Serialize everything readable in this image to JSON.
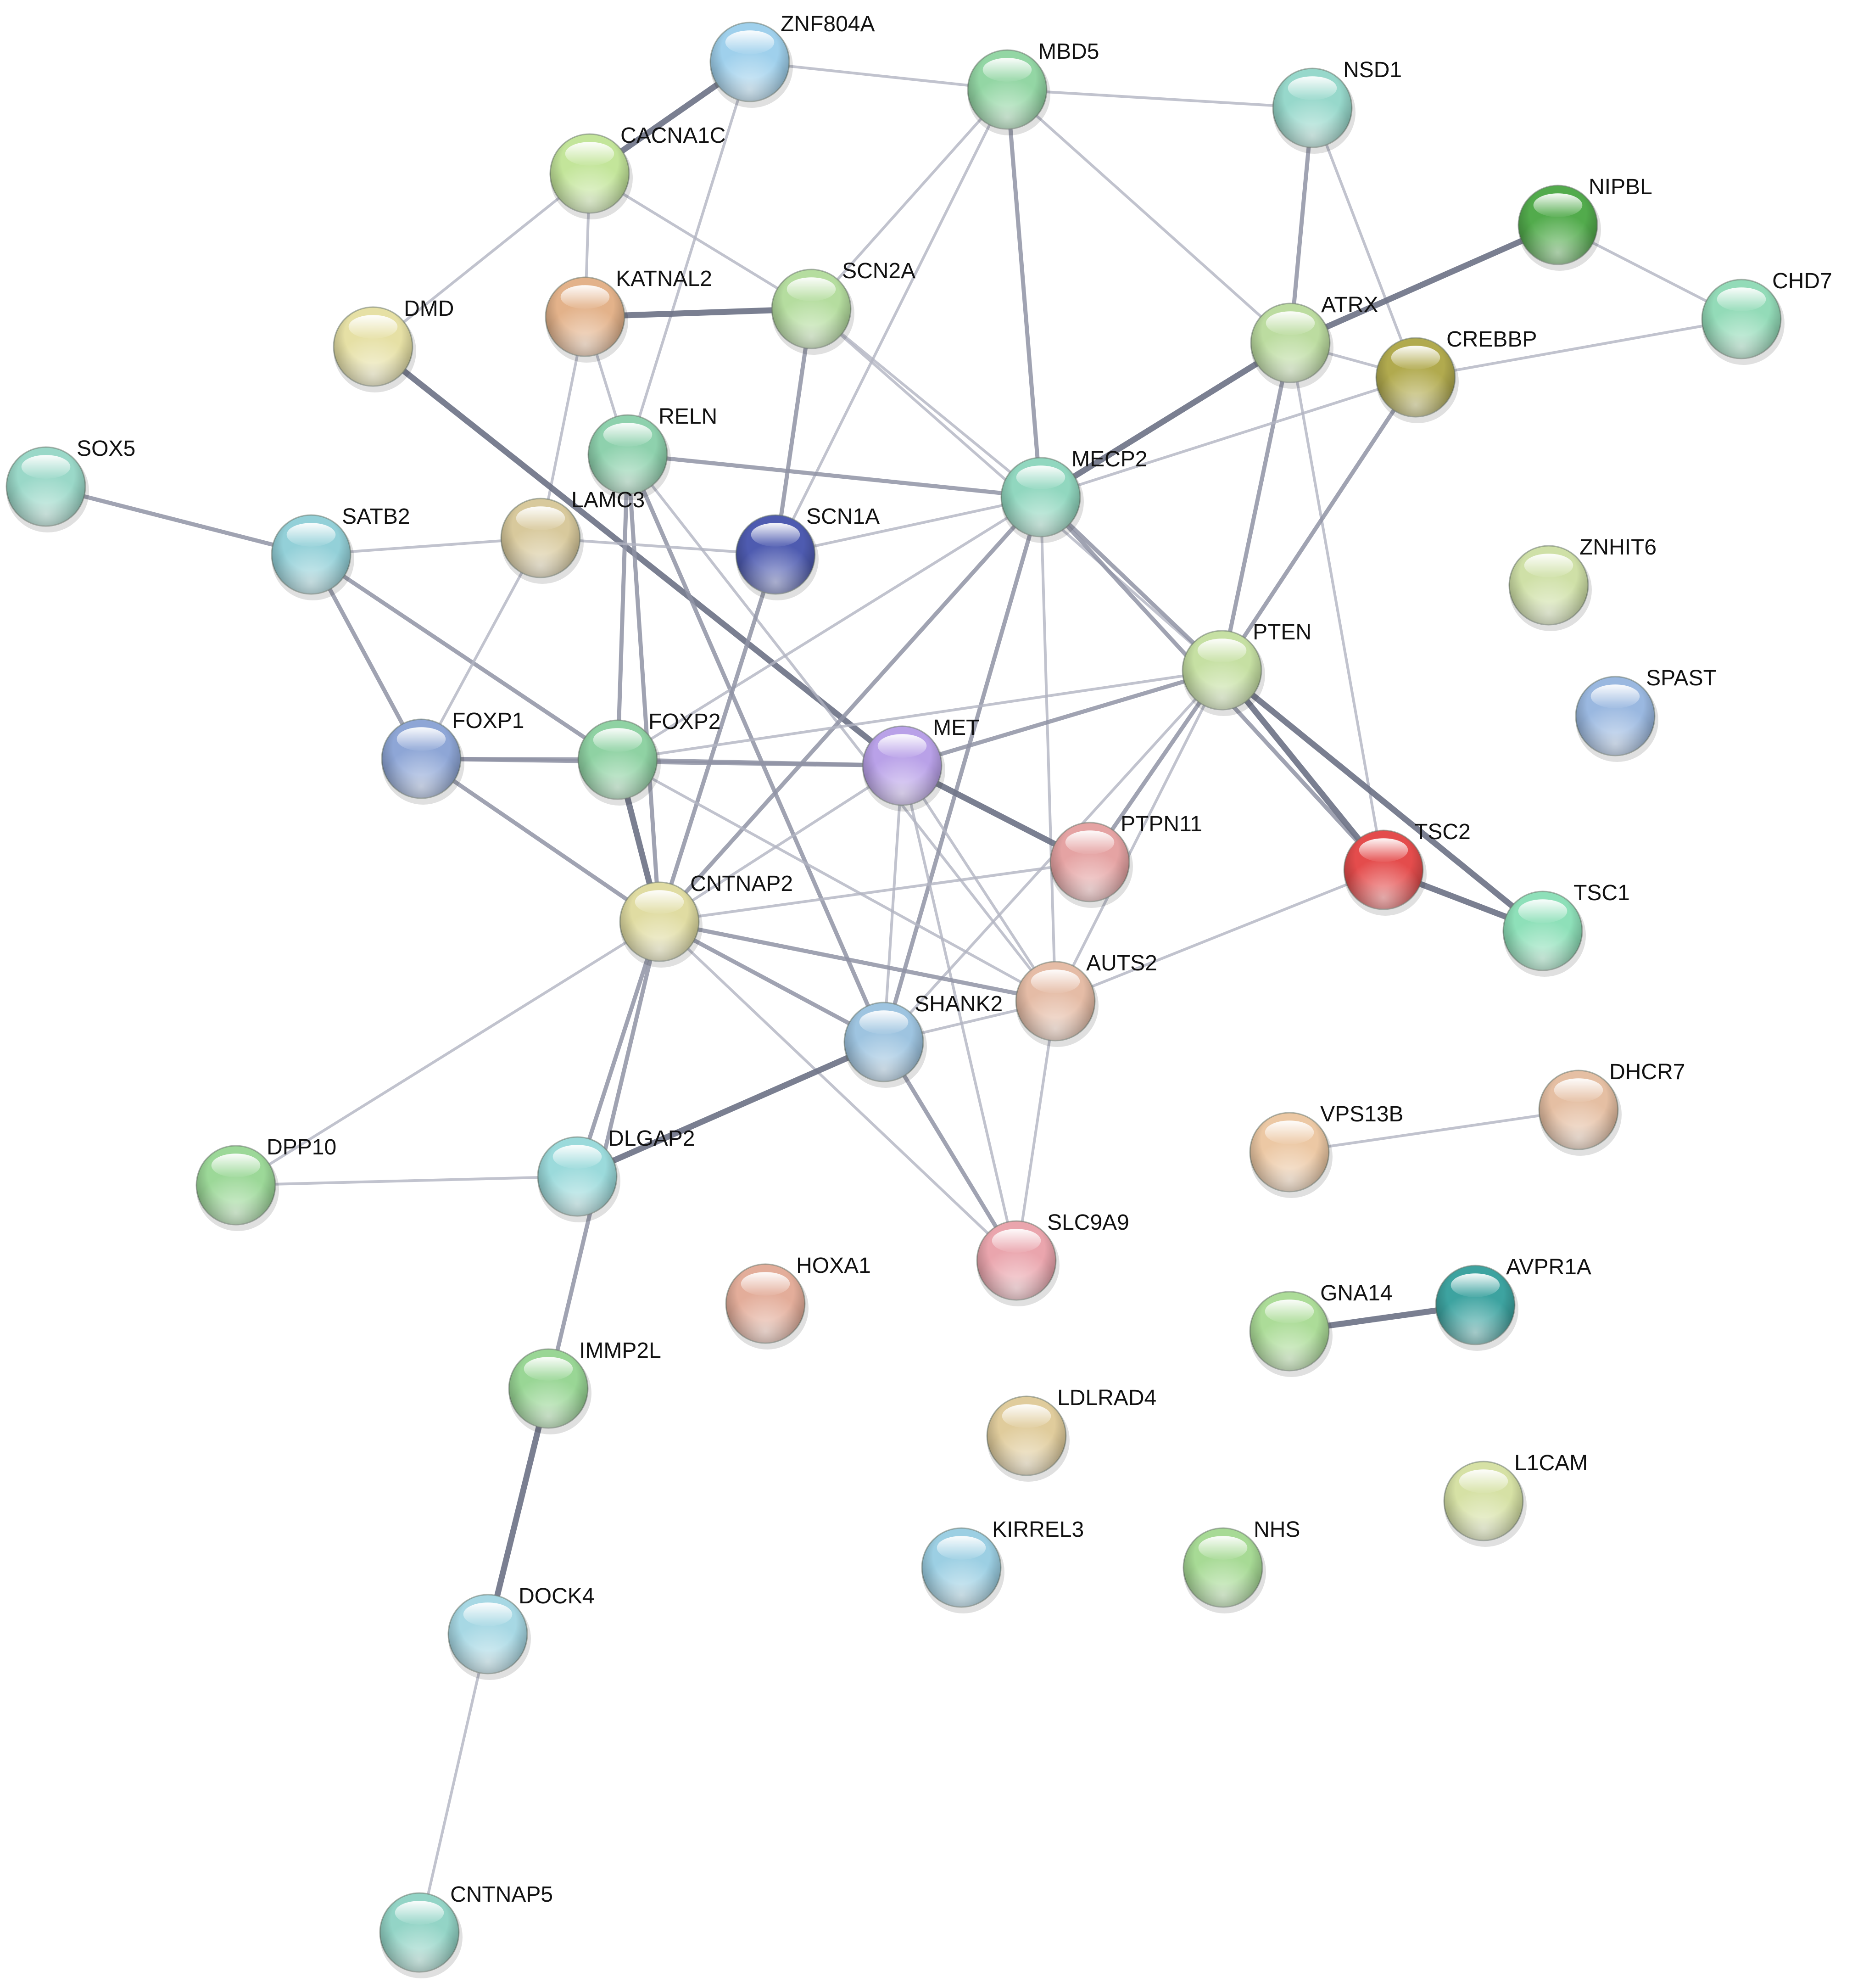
{
  "network": {
    "nodes": [
      {
        "id": "ZNF804A",
        "label": "ZNF804A",
        "color": "#9fd0ec"
      },
      {
        "id": "MBD5",
        "label": "MBD5",
        "color": "#93d6a4"
      },
      {
        "id": "NSD1",
        "label": "NSD1",
        "color": "#97d8cb"
      },
      {
        "id": "CACNA1C",
        "label": "CACNA1C",
        "color": "#c3e59a"
      },
      {
        "id": "NIPBL",
        "label": "NIPBL",
        "color": "#52ab4c"
      },
      {
        "id": "CHD7",
        "label": "CHD7",
        "color": "#93dbb8"
      },
      {
        "id": "KATNAL2",
        "label": "KATNAL2",
        "color": "#e3b28a"
      },
      {
        "id": "SCN2A",
        "label": "SCN2A",
        "color": "#b5dd9f"
      },
      {
        "id": "DMD",
        "label": "DMD",
        "color": "#e6e0a5"
      },
      {
        "id": "ATRX",
        "label": "ATRX",
        "color": "#bcdca0"
      },
      {
        "id": "CREBBP",
        "label": "CREBBP",
        "color": "#b1aa4e"
      },
      {
        "id": "SOX5",
        "label": "SOX5",
        "color": "#9ad8c8"
      },
      {
        "id": "RELN",
        "label": "RELN",
        "color": "#8ed1ad"
      },
      {
        "id": "MECP2",
        "label": "MECP2",
        "color": "#91d7bf"
      },
      {
        "id": "SATB2",
        "label": "SATB2",
        "color": "#93d0d8"
      },
      {
        "id": "LAMC3",
        "label": "LAMC3",
        "color": "#d8c99c"
      },
      {
        "id": "SCN1A",
        "label": "SCN1A",
        "color": "#4e5bb0"
      },
      {
        "id": "ZNHIT6",
        "label": "ZNHIT6",
        "color": "#cfe0a7"
      },
      {
        "id": "PTEN",
        "label": "PTEN",
        "color": "#c6e0a3"
      },
      {
        "id": "SPAST",
        "label": "SPAST",
        "color": "#9ab8e0"
      },
      {
        "id": "FOXP1",
        "label": "FOXP1",
        "color": "#8ea6d6"
      },
      {
        "id": "FOXP2",
        "label": "FOXP2",
        "color": "#8fd2a3"
      },
      {
        "id": "MET",
        "label": "MET",
        "color": "#b9a1e8"
      },
      {
        "id": "PTPN11",
        "label": "PTPN11",
        "color": "#e5a3a3"
      },
      {
        "id": "TSC2",
        "label": "TSC2",
        "color": "#e44c4c"
      },
      {
        "id": "TSC1",
        "label": "TSC1",
        "color": "#8ee0b9"
      },
      {
        "id": "CNTNAP2",
        "label": "CNTNAP2",
        "color": "#e0dca2"
      },
      {
        "id": "AUTS2",
        "label": "AUTS2",
        "color": "#e5bca6"
      },
      {
        "id": "SHANK2",
        "label": "SHANK2",
        "color": "#9ec4e0"
      },
      {
        "id": "DHCR7",
        "label": "DHCR7",
        "color": "#e5bfa3"
      },
      {
        "id": "VPS13B",
        "label": "VPS13B",
        "color": "#ecc8a4"
      },
      {
        "id": "DPP10",
        "label": "DPP10",
        "color": "#9cd898"
      },
      {
        "id": "DLGAP2",
        "label": "DLGAP2",
        "color": "#9bdadb"
      },
      {
        "id": "SLC9A9",
        "label": "SLC9A9",
        "color": "#eaa5ad"
      },
      {
        "id": "HOXA1",
        "label": "HOXA1",
        "color": "#e3ad9a"
      },
      {
        "id": "GNA14",
        "label": "GNA14",
        "color": "#acdc98"
      },
      {
        "id": "AVPR1A",
        "label": "AVPR1A",
        "color": "#3da3a0"
      },
      {
        "id": "IMMP2L",
        "label": "IMMP2L",
        "color": "#99d695"
      },
      {
        "id": "LDLRAD4",
        "label": "LDLRAD4",
        "color": "#e0cc9c"
      },
      {
        "id": "L1CAM",
        "label": "L1CAM",
        "color": "#d6e1a5"
      },
      {
        "id": "KIRREL3",
        "label": "KIRREL3",
        "color": "#9ccfe3"
      },
      {
        "id": "NHS",
        "label": "NHS",
        "color": "#a7da95"
      },
      {
        "id": "DOCK4",
        "label": "DOCK4",
        "color": "#a7d8e4"
      },
      {
        "id": "CNTNAP5",
        "label": "CNTNAP5",
        "color": "#93d4c6"
      }
    ],
    "edges": [
      {
        "source": "ZNF804A",
        "target": "CACNA1C",
        "weight": "strong"
      },
      {
        "source": "ZNF804A",
        "target": "MBD5",
        "weight": "light"
      },
      {
        "source": "ZNF804A",
        "target": "RELN",
        "weight": "light"
      },
      {
        "source": "MBD5",
        "target": "NSD1",
        "weight": "light"
      },
      {
        "source": "MBD5",
        "target": "SCN2A",
        "weight": "light"
      },
      {
        "source": "MBD5",
        "target": "SCN1A",
        "weight": "light"
      },
      {
        "source": "MBD5",
        "target": "MECP2",
        "weight": "medium"
      },
      {
        "source": "MBD5",
        "target": "ATRX",
        "weight": "light"
      },
      {
        "source": "NSD1",
        "target": "ATRX",
        "weight": "medium"
      },
      {
        "source": "NSD1",
        "target": "CREBBP",
        "weight": "light"
      },
      {
        "source": "CACNA1C",
        "target": "DMD",
        "weight": "light"
      },
      {
        "source": "CACNA1C",
        "target": "KATNAL2",
        "weight": "light"
      },
      {
        "source": "CACNA1C",
        "target": "SCN2A",
        "weight": "light"
      },
      {
        "source": "NIPBL",
        "target": "ATRX",
        "weight": "strong"
      },
      {
        "source": "NIPBL",
        "target": "CHD7",
        "weight": "light"
      },
      {
        "source": "CHD7",
        "target": "CREBBP",
        "weight": "light"
      },
      {
        "source": "KATNAL2",
        "target": "SCN2A",
        "weight": "strong"
      },
      {
        "source": "KATNAL2",
        "target": "RELN",
        "weight": "light"
      },
      {
        "source": "KATNAL2",
        "target": "LAMC3",
        "weight": "light"
      },
      {
        "source": "SCN2A",
        "target": "SCN1A",
        "weight": "medium"
      },
      {
        "source": "SCN2A",
        "target": "MECP2",
        "weight": "light"
      },
      {
        "source": "SCN2A",
        "target": "PTEN",
        "weight": "light"
      },
      {
        "source": "DMD",
        "target": "MET",
        "weight": "strong"
      },
      {
        "source": "ATRX",
        "target": "MECP2",
        "weight": "strong"
      },
      {
        "source": "ATRX",
        "target": "CREBBP",
        "weight": "light"
      },
      {
        "source": "ATRX",
        "target": "PTEN",
        "weight": "medium"
      },
      {
        "source": "ATRX",
        "target": "TSC2",
        "weight": "light"
      },
      {
        "source": "CREBBP",
        "target": "MECP2",
        "weight": "light"
      },
      {
        "source": "CREBBP",
        "target": "PTEN",
        "weight": "medium"
      },
      {
        "source": "SOX5",
        "target": "SATB2",
        "weight": "medium"
      },
      {
        "source": "RELN",
        "target": "MECP2",
        "weight": "medium"
      },
      {
        "source": "RELN",
        "target": "FOXP2",
        "weight": "medium"
      },
      {
        "source": "RELN",
        "target": "CNTNAP2",
        "weight": "medium"
      },
      {
        "source": "RELN",
        "target": "SHANK2",
        "weight": "medium"
      },
      {
        "source": "RELN",
        "target": "AUTS2",
        "weight": "light"
      },
      {
        "source": "MECP2",
        "target": "SCN1A",
        "weight": "light"
      },
      {
        "source": "MECP2",
        "target": "PTEN",
        "weight": "medium"
      },
      {
        "source": "MECP2",
        "target": "TSC2",
        "weight": "medium"
      },
      {
        "source": "MECP2",
        "target": "FOXP2",
        "weight": "light"
      },
      {
        "source": "MECP2",
        "target": "CNTNAP2",
        "weight": "medium"
      },
      {
        "source": "MECP2",
        "target": "SHANK2",
        "weight": "medium"
      },
      {
        "source": "MECP2",
        "target": "AUTS2",
        "weight": "light"
      },
      {
        "source": "SATB2",
        "target": "LAMC3",
        "weight": "light"
      },
      {
        "source": "SATB2",
        "target": "FOXP1",
        "weight": "medium"
      },
      {
        "source": "SATB2",
        "target": "FOXP2",
        "weight": "medium"
      },
      {
        "source": "LAMC3",
        "target": "SCN1A",
        "weight": "light"
      },
      {
        "source": "LAMC3",
        "target": "FOXP1",
        "weight": "light"
      },
      {
        "source": "SCN1A",
        "target": "CNTNAP2",
        "weight": "medium"
      },
      {
        "source": "PTEN",
        "target": "FOXP2",
        "weight": "light"
      },
      {
        "source": "PTEN",
        "target": "MET",
        "weight": "medium"
      },
      {
        "source": "PTEN",
        "target": "PTPN11",
        "weight": "medium"
      },
      {
        "source": "PTEN",
        "target": "TSC2",
        "weight": "strong"
      },
      {
        "source": "PTEN",
        "target": "TSC1",
        "weight": "strong"
      },
      {
        "source": "PTEN",
        "target": "SHANK2",
        "weight": "light"
      },
      {
        "source": "PTEN",
        "target": "AUTS2",
        "weight": "light"
      },
      {
        "source": "FOXP1",
        "target": "FOXP2",
        "weight": "medium"
      },
      {
        "source": "FOXP1",
        "target": "MET",
        "weight": "medium"
      },
      {
        "source": "FOXP1",
        "target": "CNTNAP2",
        "weight": "medium"
      },
      {
        "source": "FOXP2",
        "target": "MET",
        "weight": "medium"
      },
      {
        "source": "FOXP2",
        "target": "CNTNAP2",
        "weight": "strong"
      },
      {
        "source": "FOXP2",
        "target": "AUTS2",
        "weight": "light"
      },
      {
        "source": "MET",
        "target": "PTPN11",
        "weight": "strong"
      },
      {
        "source": "MET",
        "target": "CNTNAP2",
        "weight": "light"
      },
      {
        "source": "MET",
        "target": "SHANK2",
        "weight": "light"
      },
      {
        "source": "MET",
        "target": "AUTS2",
        "weight": "light"
      },
      {
        "source": "MET",
        "target": "SLC9A9",
        "weight": "light"
      },
      {
        "source": "PTPN11",
        "target": "CNTNAP2",
        "weight": "light"
      },
      {
        "source": "TSC2",
        "target": "TSC1",
        "weight": "strong"
      },
      {
        "source": "TSC2",
        "target": "AUTS2",
        "weight": "light"
      },
      {
        "source": "CNTNAP2",
        "target": "SHANK2",
        "weight": "medium"
      },
      {
        "source": "CNTNAP2",
        "target": "AUTS2",
        "weight": "medium"
      },
      {
        "source": "CNTNAP2",
        "target": "DPP10",
        "weight": "light"
      },
      {
        "source": "CNTNAP2",
        "target": "DLGAP2",
        "weight": "medium"
      },
      {
        "source": "CNTNAP2",
        "target": "SLC9A9",
        "weight": "light"
      },
      {
        "source": "CNTNAP2",
        "target": "IMMP2L",
        "weight": "medium"
      },
      {
        "source": "AUTS2",
        "target": "SHANK2",
        "weight": "light"
      },
      {
        "source": "AUTS2",
        "target": "SLC9A9",
        "weight": "light"
      },
      {
        "source": "SHANK2",
        "target": "DLGAP2",
        "weight": "strong"
      },
      {
        "source": "SHANK2",
        "target": "SLC9A9",
        "weight": "medium"
      },
      {
        "source": "DHCR7",
        "target": "VPS13B",
        "weight": "light"
      },
      {
        "source": "DPP10",
        "target": "DLGAP2",
        "weight": "light"
      },
      {
        "source": "GNA14",
        "target": "AVPR1A",
        "weight": "strong"
      },
      {
        "source": "IMMP2L",
        "target": "DOCK4",
        "weight": "strong"
      },
      {
        "source": "DOCK4",
        "target": "CNTNAP5",
        "weight": "light"
      }
    ]
  }
}
